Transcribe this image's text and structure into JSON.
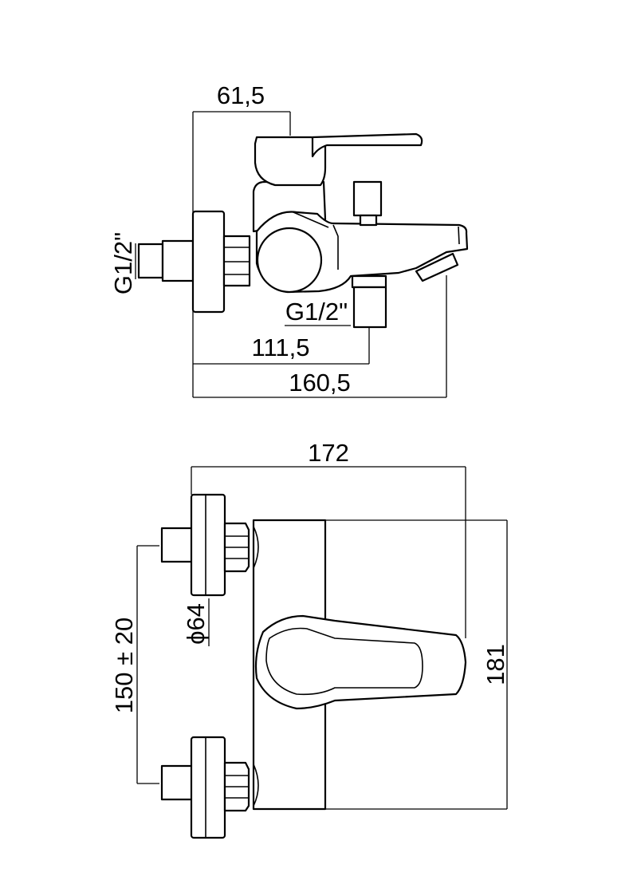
{
  "side_view": {
    "dim_top": "61,5",
    "thread_left": "G1/2\"",
    "thread_bottom": "G1/2\"",
    "dim_mid": "111,5",
    "dim_bottom": "160,5"
  },
  "front_view": {
    "dim_width": "172",
    "dim_centers": "150 ± 20",
    "dim_flange": "ϕ64",
    "dim_height": "181"
  },
  "colors": {
    "line": "#000000",
    "background": "#ffffff"
  }
}
